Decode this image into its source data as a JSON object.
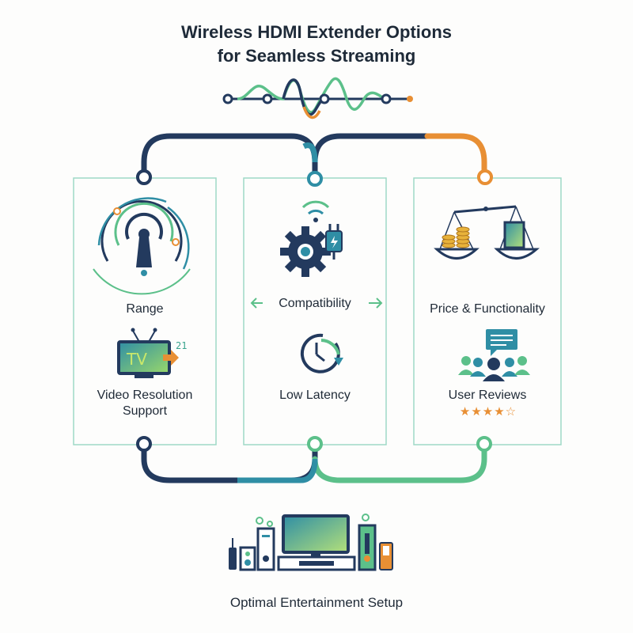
{
  "title_line1": "Wireless HDMI Extender Options",
  "title_line2": "for Seamless Streaming",
  "panels": {
    "left": {
      "top_label": "Range",
      "bottom_label_line1": "Video Resolution",
      "bottom_label_line2": "Support",
      "tv_text": "TV",
      "tv_number": "21"
    },
    "middle": {
      "top_label": "Compatibility",
      "bottom_label": "Low Latency"
    },
    "right": {
      "top_label": "Price & Functionality",
      "bottom_label": "User Reviews",
      "stars": "★★★★☆"
    }
  },
  "footer": "Optimal Entertainment Setup",
  "colors": {
    "navy": "#233a5e",
    "teal": "#2f8ea5",
    "green": "#5cc08a",
    "orange": "#e88f34",
    "panel_border": "#9fd9c6"
  }
}
